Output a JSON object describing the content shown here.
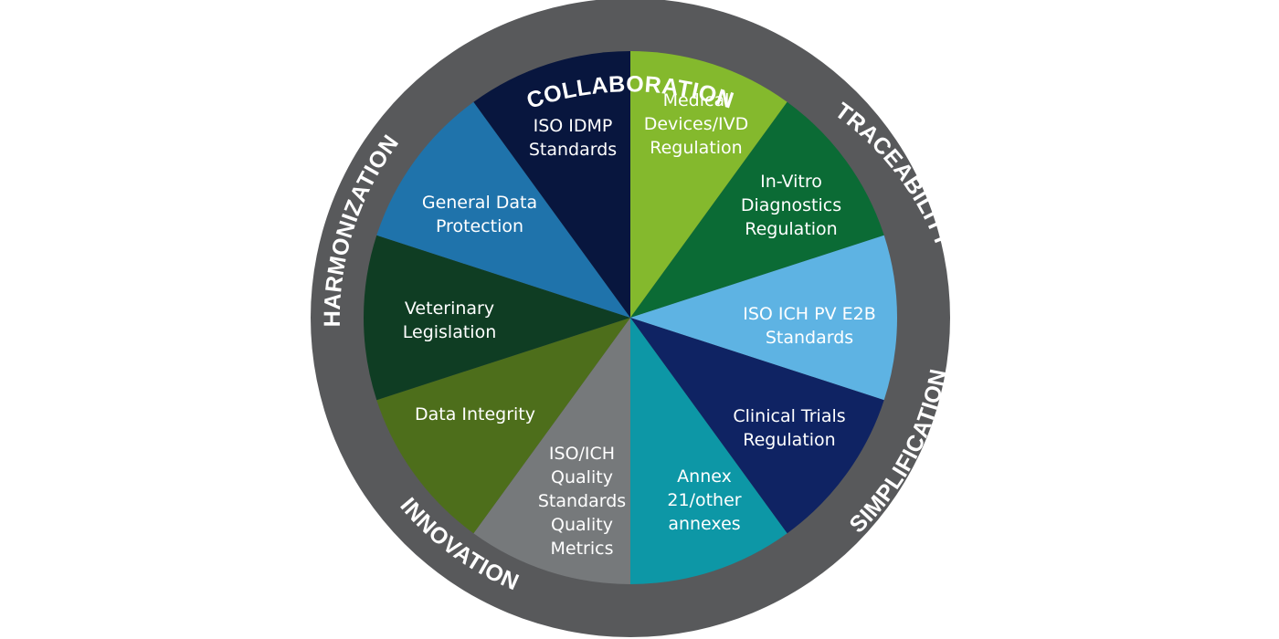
{
  "ring_labels": [
    "COLLABORATION",
    "TRACEABILITY",
    "SIMPLIFICATION",
    "INNOVATION",
    "HARMONIZATION"
  ],
  "segments": [
    {
      "lines": [
        "Medical",
        "Devices/IVD",
        "Regulation"
      ],
      "color": "#84b92d"
    },
    {
      "lines": [
        "In-Vitro",
        "Diagnostics",
        "Regulation"
      ],
      "color": "#0b6b35"
    },
    {
      "lines": [
        "ISO ICH PV E2B",
        "Standards"
      ],
      "color": "#5eb3e3"
    },
    {
      "lines": [
        "Clinical Trials",
        "Regulation"
      ],
      "color": "#0f2363"
    },
    {
      "lines": [
        "Annex",
        "21/other",
        "annexes"
      ],
      "color": "#0d97a6"
    },
    {
      "lines": [
        "ISO/ICH",
        "Quality",
        "Standards",
        "Quality",
        "Metrics"
      ],
      "color": "#76797b"
    },
    {
      "lines": [
        "Data Integrity"
      ],
      "color": "#4d6e1b"
    },
    {
      "lines": [
        "Veterinary",
        "Legislation"
      ],
      "color": "#0f3d23"
    },
    {
      "lines": [
        "General Data",
        "Protection"
      ],
      "color": "#1f73ab"
    },
    {
      "lines": [
        "ISO IDMP",
        "Standards"
      ],
      "color": "#08163e"
    }
  ],
  "colors": {
    "ring": "#58595b",
    "text": "#ffffff",
    "background": "#ffffff"
  }
}
